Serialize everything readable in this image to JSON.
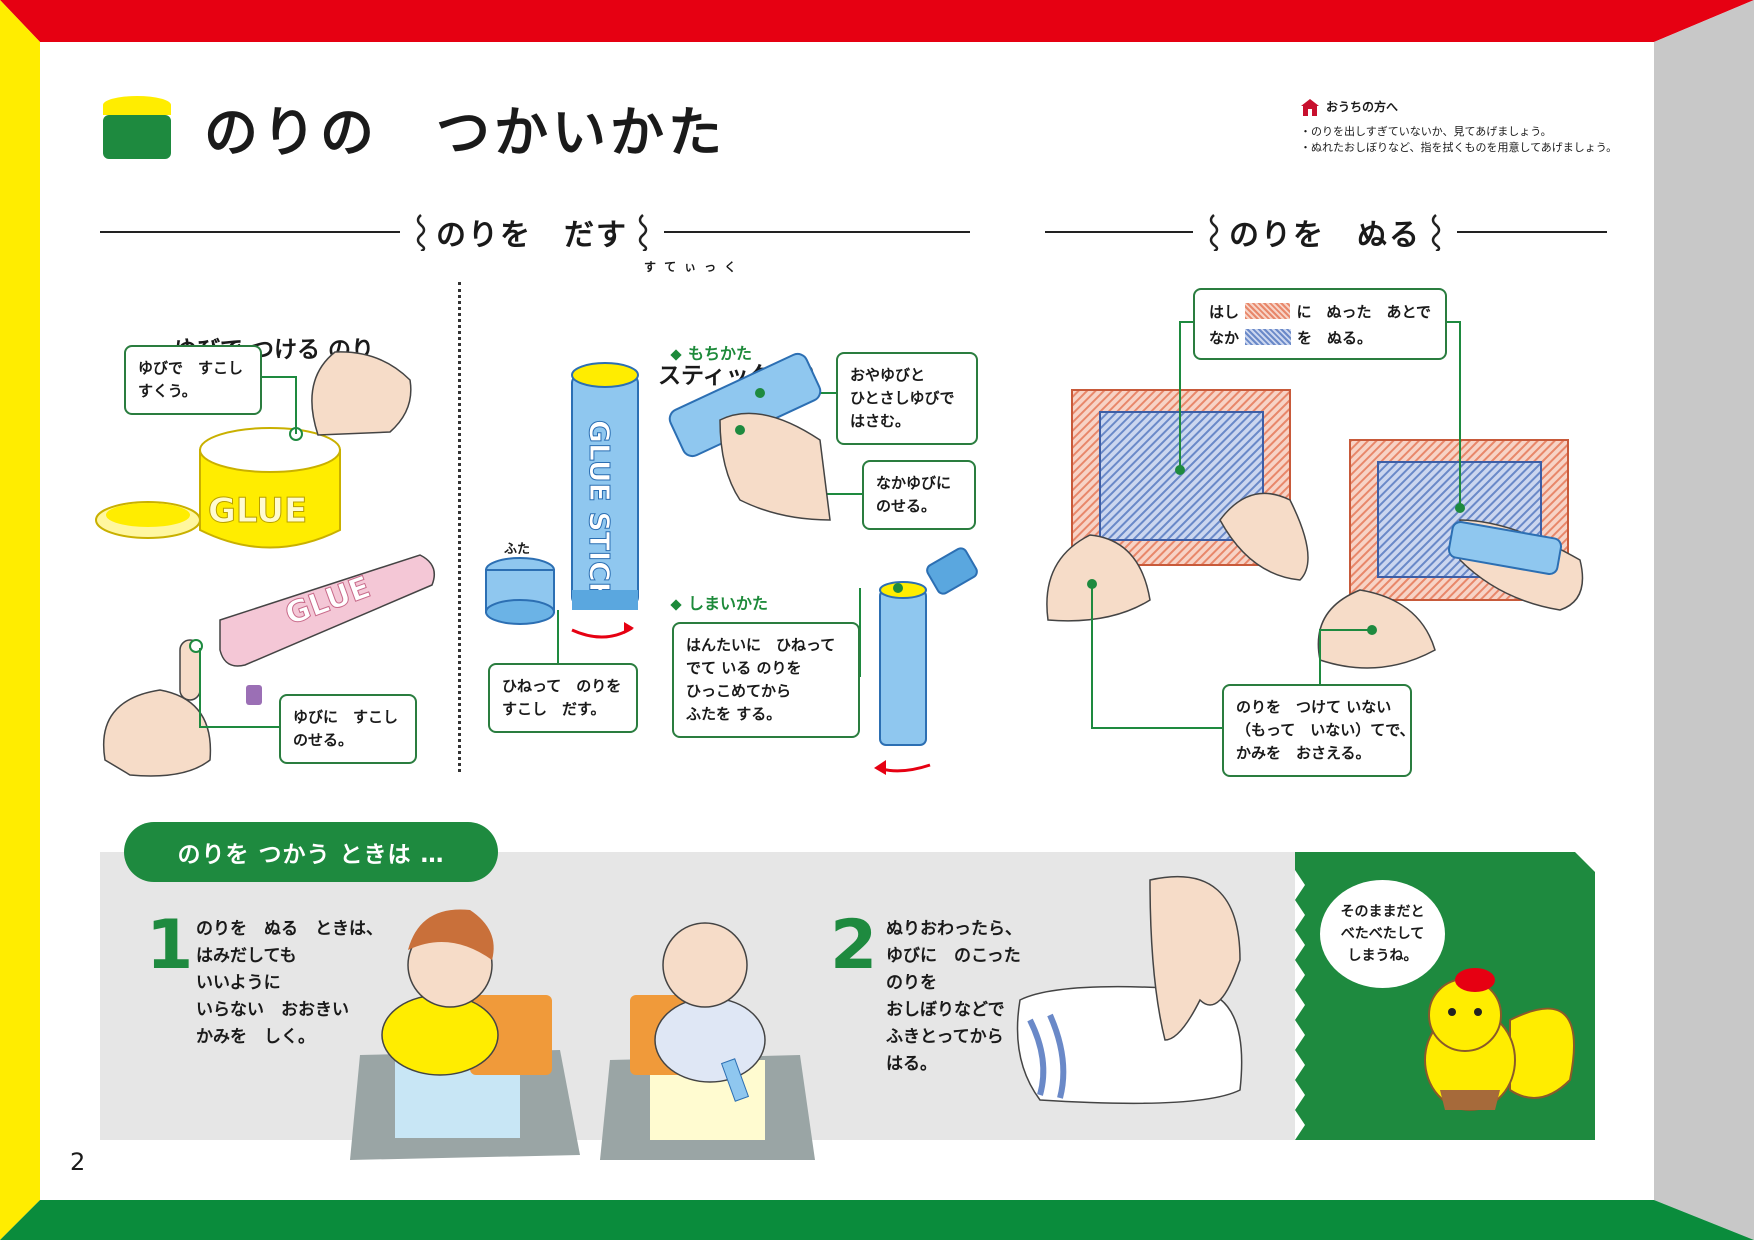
{
  "colors": {
    "top_band": "#e60012",
    "left_band": "#ffed00",
    "bottom_band": "#0a8c3c",
    "right_band": "#c8c8c8",
    "accent_green": "#1e8a3f",
    "highlight_yellow": "#fff200"
  },
  "page_title": "のりの　つかいかた",
  "note": {
    "heading": "おうちの方へ",
    "icon": "house-icon",
    "lines": [
      "・のりを出しすぎていないか、見てあげましょう。",
      "・ぬれたおしぼりなど、指を拭くものを用意してあげましょう。"
    ]
  },
  "sections": {
    "dispense": "のりを　だす",
    "spread": "のりを　ぬる"
  },
  "finger_glue": {
    "title": "ゆびで つける のり",
    "callout_scoop": "ゆびで　すこし\nすくう。",
    "callout_put": "ゆびに　すこし\nのせる。",
    "jar_label": "GLUE",
    "tube_label": "GLUE"
  },
  "stick_glue": {
    "title": "スティックのり",
    "ruby": "すてぃっく",
    "cap_label": "ふた",
    "stick_label": "GLUE STICK",
    "callout_twist": "ひねって　のりを\nすこし　だす。",
    "hold_head": "もちかた",
    "callout_pinch": "おやゆびと\nひとさしゆびで\nはさむ。",
    "callout_middle": "なかゆびに\nのせる。",
    "store_head": "しまいかた",
    "callout_store": "はんたいに　ひねって\nでて いる のりを\nひっこめてから\nふたを する。"
  },
  "spread_glue": {
    "legend_edge_a": "はし",
    "legend_edge_b": "に　ぬった　あとで",
    "legend_center_a": "なか",
    "legend_center_b": "を　ぬる。",
    "callout_press": "のりを　つけて いない\n（もって　いない）てで、\nかみを　おさえる。"
  },
  "tips": {
    "pill": "のりを つかう ときは …",
    "step1_num": "1",
    "step1_text": "のりを　ぬる　ときは、\nはみだしても\nいいように\nいらない　おおきい\nかみを　しく。",
    "step2_num": "2",
    "step2_text": "ぬりおわったら、\nゆびに　のこった\nのりを\nおしぼりなどで\nふきとってから\nはる。",
    "speech": "そのままだと\nべたべたして\nしまうね。"
  },
  "page_number": "2"
}
